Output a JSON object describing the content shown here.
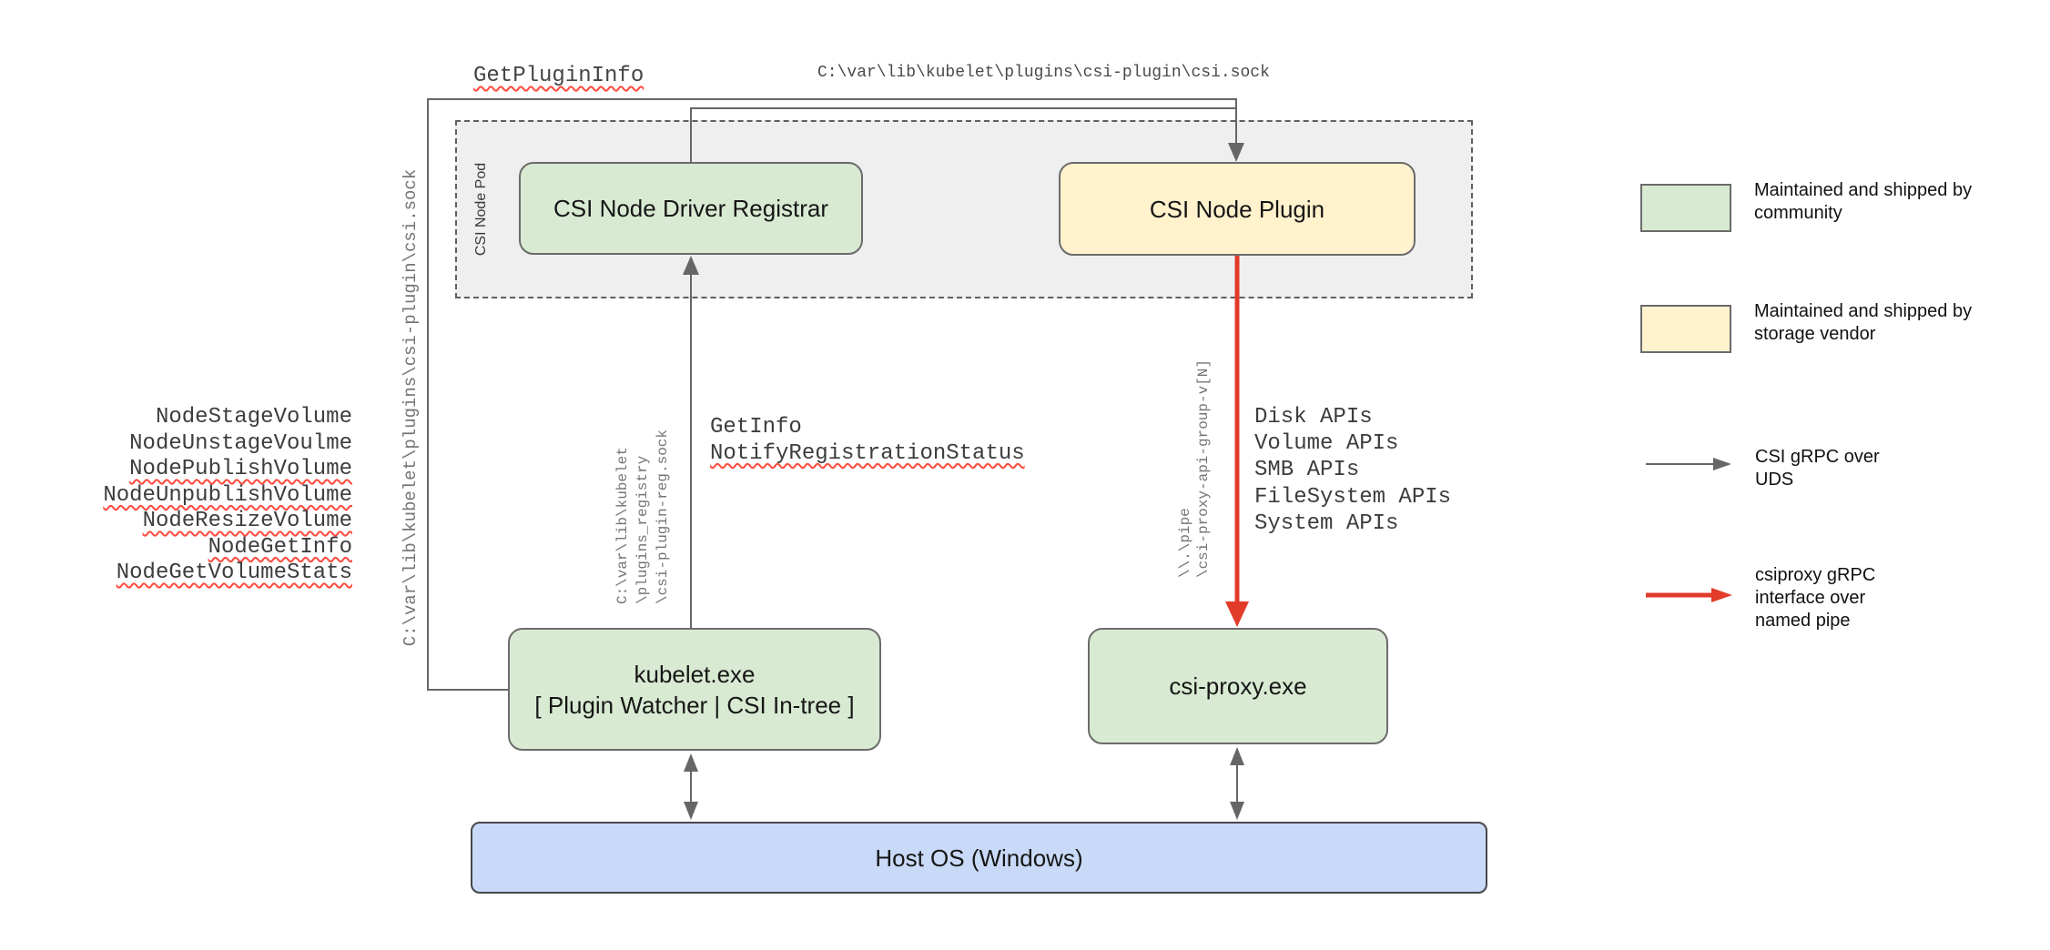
{
  "nodes": {
    "pod_label": "CSI Node Pod",
    "registrar": "CSI Node Driver Registrar",
    "plugin": "CSI Node Plugin",
    "kubelet_line1": "kubelet.exe",
    "kubelet_line2": "[ Plugin Watcher | CSI In-tree ]",
    "proxy": "csi-proxy.exe",
    "host": "Host OS (Windows)"
  },
  "labels": {
    "get_plugin_info": "GetPluginInfo",
    "csi_sock_top": "C:\\var\\lib\\kubelet\\plugins\\csi-plugin\\csi.sock",
    "csi_sock_left": "C:\\var\\lib\\kubelet\\plugins\\csi-plugin\\csi.sock",
    "get_info": "GetInfo",
    "notify_registration_status": "NotifyRegistrationStatus",
    "reg_sock": [
      "C:\\var\\lib\\kubelet",
      "\\plugins_registry",
      "\\csi-plugin-reg.sock"
    ],
    "named_pipe": [
      "\\\\.\\pipe",
      "\\csi-proxy-api-group-v[N]"
    ],
    "node_calls": [
      "NodeStageVolume",
      "NodeUnstageVoulme",
      "NodePublishVolume",
      "NodeUnpublishVolume",
      "NodeResizeVolume",
      "NodeGetInfo",
      "NodeGetVolumeStats"
    ],
    "proxy_apis": [
      "Disk APIs",
      "Volume APIs",
      "SMB APIs",
      "FileSystem APIs",
      "System APIs"
    ]
  },
  "legend": {
    "community": "Maintained and shipped by community",
    "vendor": "Maintained and shipped by storage vendor",
    "uds": "CSI gRPC over UDS",
    "pipe": "csiproxy gRPC interface over named pipe"
  },
  "colors": {
    "community_fill": "#d9ead3",
    "vendor_fill": "#fff2cc",
    "host_fill": "#c9daf8",
    "pod_fill": "#efefef",
    "line_gray": "#666666",
    "line_red": "#e23b2a",
    "squiggle_red": "#ff4a3d"
  }
}
